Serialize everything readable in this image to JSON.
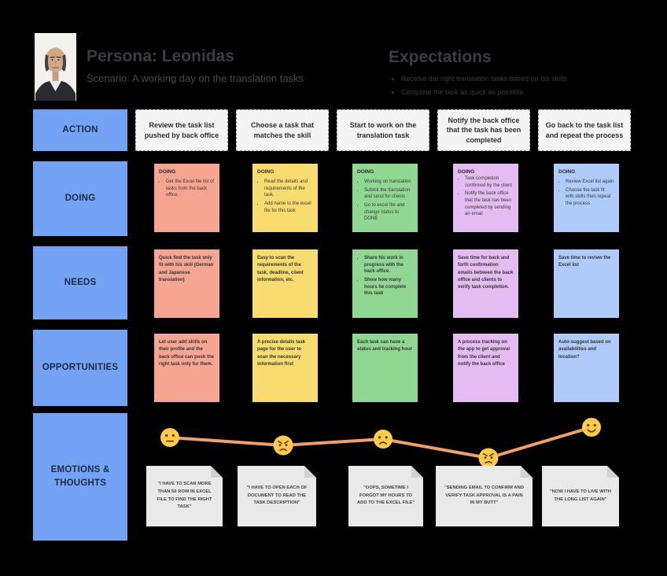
{
  "persona": {
    "title": "Persona: Leonidas",
    "scenario": "Scenario: A working day on the translation tasks"
  },
  "expectations": {
    "title": "Expectations",
    "items": [
      "Receive the right translation tasks based on his skills",
      "Complete the task as quick as possible"
    ]
  },
  "rows": {
    "action": "ACTION",
    "doing": "DOING",
    "needs": "NEEDS",
    "opportunities": "OPPORTUNITIES",
    "emotions": "EMOTIONS & THOUGHTS"
  },
  "action_cards": [
    "Review the task list pushed by back office",
    "Choose a task that matches the skill",
    "Start to work on the translation task",
    "Notify the back office that the task has been completed",
    "Go back to the task list and repeat the process"
  ],
  "doing": [
    {
      "heading": "DOING",
      "bullets": [
        "Get the Excel file list of tasks from the back office."
      ]
    },
    {
      "heading": "DOING",
      "bullets": [
        "Read the details and requirements of the task.",
        "Add name to the excel file for this task"
      ]
    },
    {
      "heading": "DOING",
      "bullets": [
        "Working on translation",
        "Submit the translation and send for clients",
        "Go to excel file and change status to DONE"
      ]
    },
    {
      "heading": "DOING",
      "bullets": [
        "Task completion confirmed by the client",
        "Notify the back office that the task has been completed by sending an email"
      ]
    },
    {
      "heading": "DOING",
      "bullets": [
        "Review Excel list again",
        "Choose the task fit with skills then repeat the process"
      ]
    }
  ],
  "needs": [
    {
      "text": "Quick find the task only fit with his skill (German and Japanese translation)"
    },
    {
      "text": "Easy to scan the requirements of the task, deadline, client information, etc."
    },
    {
      "bullets": [
        "Share his work in progress with the back office.",
        "Show how many hours he complete this task"
      ]
    },
    {
      "text": "Save time for back and forth confirmation emails between the back office and clients to verify task completion."
    },
    {
      "text": "Save time to review the Excel list"
    }
  ],
  "opportunities": [
    {
      "text": "Let user add skills on their profile and the back office can push the right task only for them."
    },
    {
      "text": "A precise details task page for the user to scan the necessary information first"
    },
    {
      "text": "Each task can have a status and tracking hour"
    },
    {
      "text": "A process tracking on the app to get approval from the client and notify the back office"
    },
    {
      "text": "Auto-suggest based on availabilities and location?"
    }
  ],
  "emotions": [
    "neutral",
    "angry",
    "disappointed",
    "angry",
    "happy"
  ],
  "thoughts": [
    "\"I HAVE TO SCAN MORE THAN 50 ROW IN EXCEL FILE TO FIND THE RIGHT TASK\"",
    "\"I HAVE TO OPEN EACH OF DOCUMENT TO READ THE TASK DESCRIPTION\"",
    "\"OOPS, SOMETIME I FORGOT MY HOURS TO ADD TO THE EXCEL FILE\"",
    "\"SENDING EMAIL TO CONFIRM AND VERIFY TASK APPROVAL IS A PAIN IN MY BUTT\"",
    "\"NOW I HAVE TO LIVE WITH THE LONG LIST AGAIN\""
  ],
  "colors": {
    "background": "#000000",
    "row_label": "#74A3F5",
    "sticky_salmon": "#F6A593",
    "sticky_yellow": "#F8DC6F",
    "sticky_green": "#90D793",
    "sticky_purple": "#E5BCF2",
    "sticky_blue": "#AECBFA",
    "emotion_line": "#F19F6B",
    "emoji_face": "#FFCB4C",
    "note_gray": "#E9E9E9",
    "action_card": "#F4F4F4"
  }
}
